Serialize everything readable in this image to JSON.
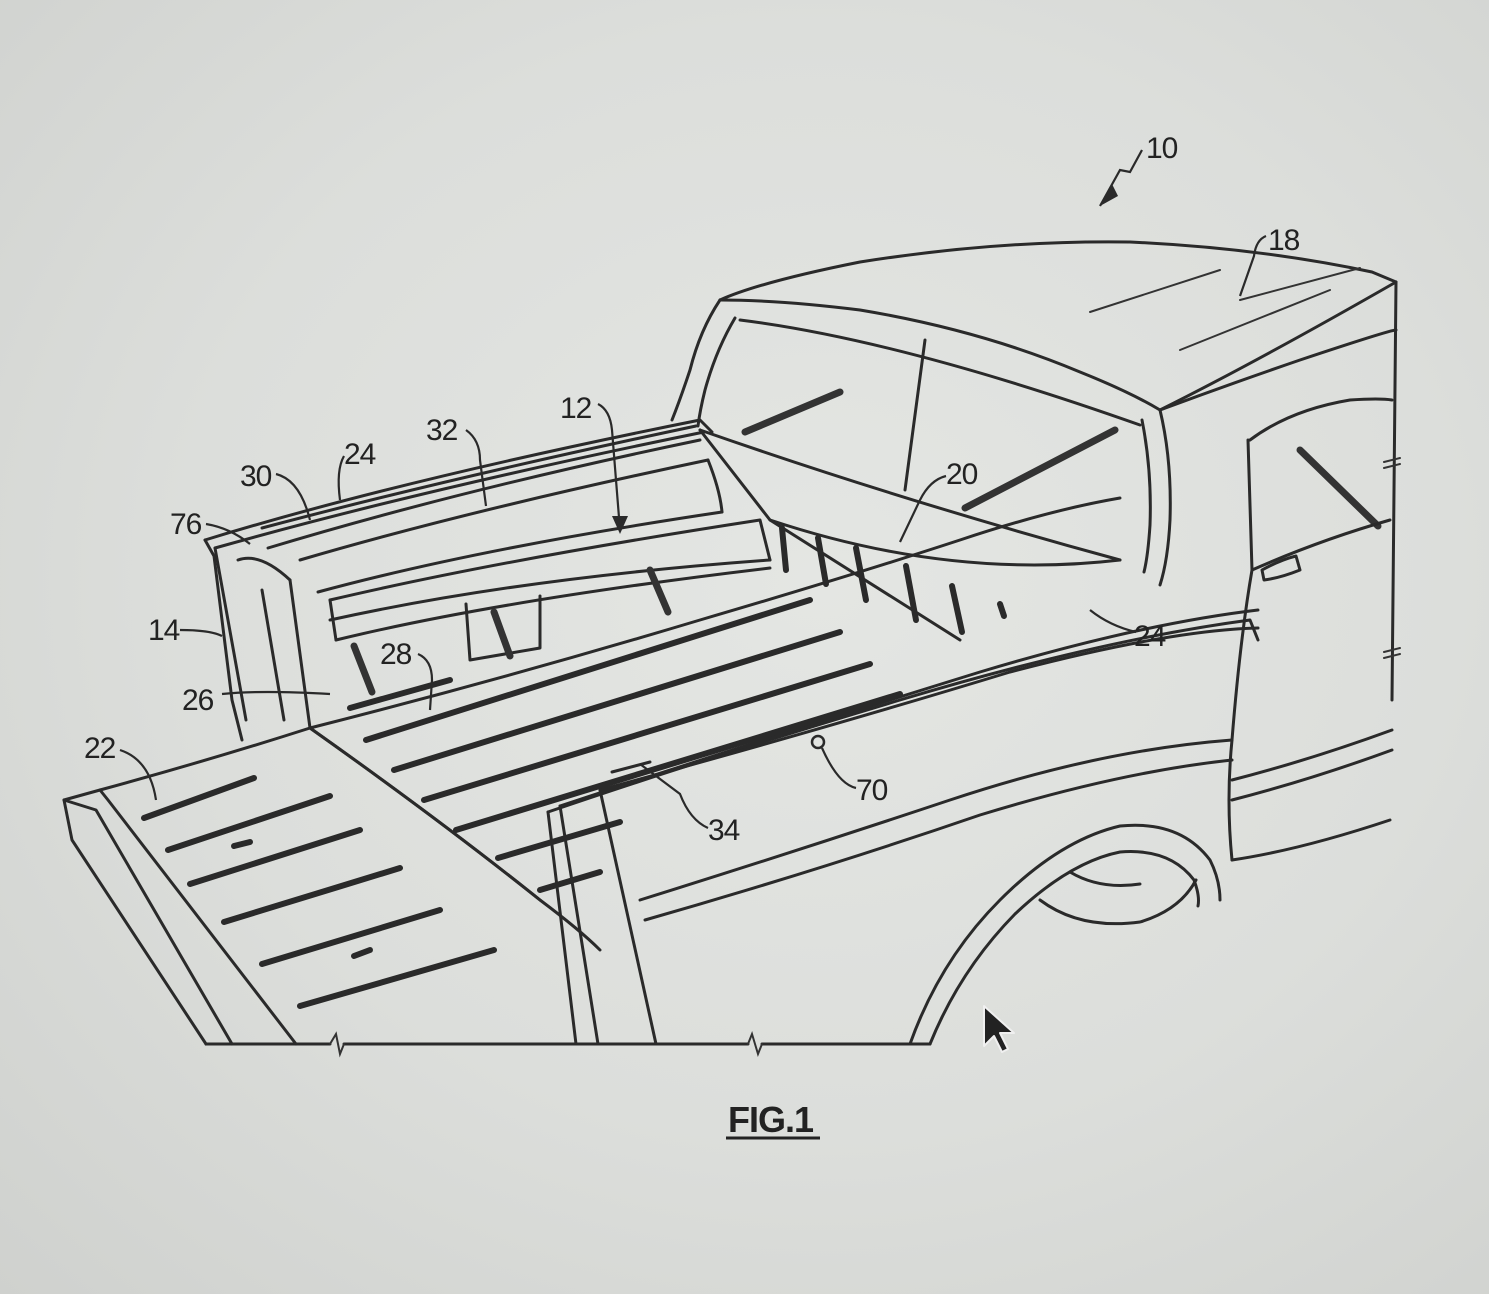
{
  "figure": {
    "caption": "FIG.1",
    "reference_numerals": {
      "r10": "10",
      "r18": "18",
      "r12": "12",
      "r32": "32",
      "r24_top": "24",
      "r30": "30",
      "r76": "76",
      "r20": "20",
      "r24_side": "24",
      "r14": "14",
      "r28": "28",
      "r26": "26",
      "r22": "22",
      "r70": "70",
      "r34": "34"
    }
  }
}
